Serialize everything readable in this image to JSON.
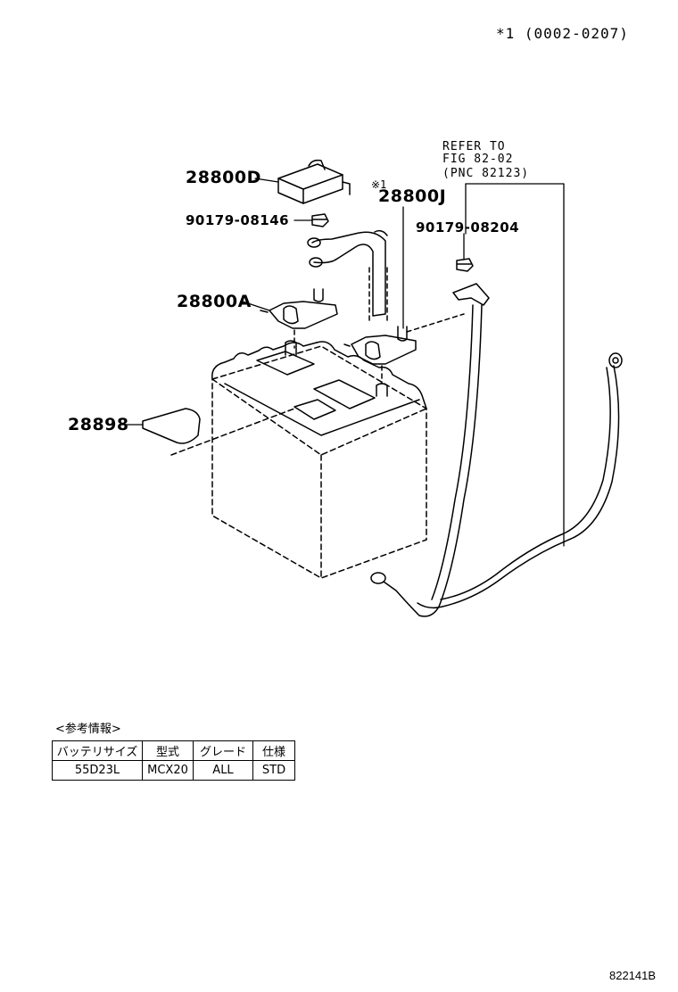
{
  "header_note": "*1 (0002-0207)",
  "refer_note": {
    "line1": "REFER TO",
    "line2": "FIG 82-02",
    "line3": "(PNC 82123)"
  },
  "star_marker": "※1",
  "parts": {
    "p28800D": "28800D",
    "p90179_08146": "90179-08146",
    "p28800J": "28800J",
    "p90179_08204": "90179-08204",
    "p28800A": "28800A",
    "p28898": "28898"
  },
  "info": {
    "title": "<参考情報>",
    "headers": [
      "バッテリサイズ",
      "型式",
      "グレード",
      "仕様"
    ],
    "row": [
      "55D23L",
      "MCX20",
      "ALL",
      "STD"
    ]
  },
  "diagram_id": "822141B"
}
